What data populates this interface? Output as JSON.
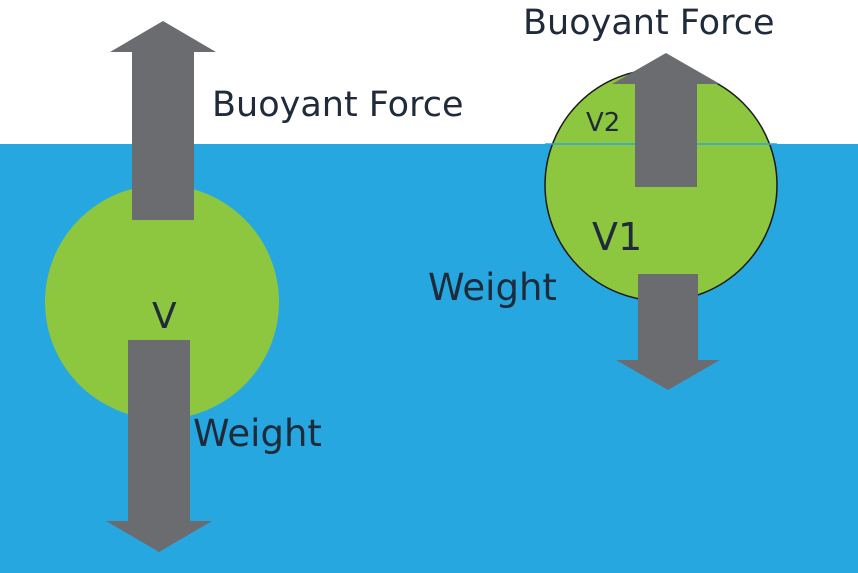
{
  "colors": {
    "background": "#ffffff",
    "water": "#27a7e0",
    "object": "#8dc63f",
    "arrow": "#6b6c70",
    "text": "#1f2a3a",
    "outline": "#1a1a1a"
  },
  "left_object": {
    "volume_label": "V",
    "up_arrow_label": "Buoyant Force",
    "down_arrow_label": "Weight"
  },
  "right_object": {
    "volume_above_label": "V2",
    "volume_below_label": "V1",
    "up_arrow_label": "Buoyant Force",
    "down_arrow_label": "Weight"
  }
}
